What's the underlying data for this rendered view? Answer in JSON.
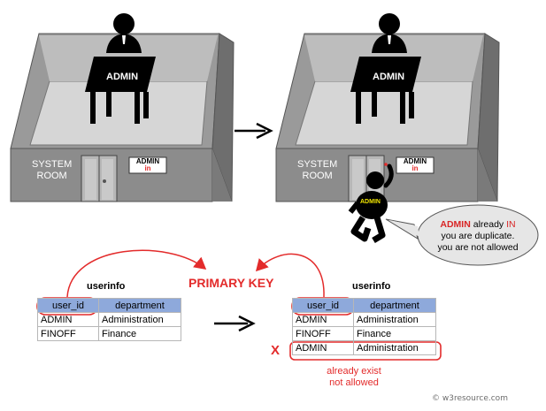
{
  "building": {
    "left": {
      "room_label_1": "SYSTEM",
      "room_label_2": "ROOM",
      "person_label": "ADMIN",
      "sign_line1": "ADMIN",
      "sign_line2": "in"
    },
    "right": {
      "room_label_1": "SYSTEM",
      "room_label_2": "ROOM",
      "person_label": "ADMIN",
      "sign_line1": "ADMIN",
      "sign_line2": "in",
      "intruder_label": "ADMIN"
    }
  },
  "speech_bubble": {
    "line1_pre": "ADMIN",
    "line1_mid": " already ",
    "line1_post": "IN",
    "line2": "you are duplicate.",
    "line3": "you are not allowed"
  },
  "primary_key_label": "PRIMARY KEY",
  "table_left": {
    "title": "userinfo",
    "headers": [
      "user_id",
      "department"
    ],
    "rows": [
      [
        "ADMIN",
        "Administration"
      ],
      [
        "FINOFF",
        "Finance"
      ]
    ]
  },
  "table_right": {
    "title": "userinfo",
    "headers": [
      "user_id",
      "department"
    ],
    "rows": [
      [
        "ADMIN",
        "Administration"
      ],
      [
        "FINOFF",
        "Finance"
      ],
      [
        "ADMIN",
        "Administration"
      ]
    ]
  },
  "reject_mark": "X",
  "reject_note_line1": "already exist",
  "reject_note_line2": "not allowed",
  "watermark": "© w3resource.com",
  "colors": {
    "accent_red": "#e32b2b",
    "header_blue": "#8ea9db",
    "wall_gray": "#8c8c8c"
  }
}
